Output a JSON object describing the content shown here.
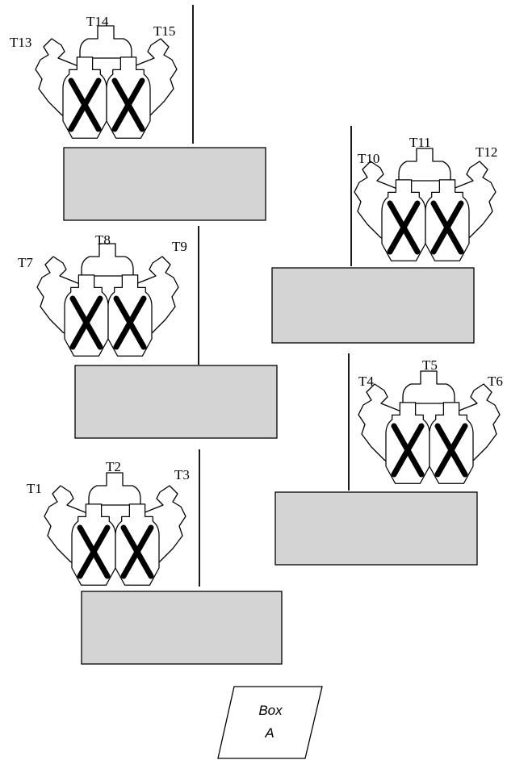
{
  "targets": [
    {
      "id": "T1"
    },
    {
      "id": "T2"
    },
    {
      "id": "T3"
    },
    {
      "id": "T4"
    },
    {
      "id": "T5"
    },
    {
      "id": "T6"
    },
    {
      "id": "T7"
    },
    {
      "id": "T8"
    },
    {
      "id": "T9"
    },
    {
      "id": "T10"
    },
    {
      "id": "T11"
    },
    {
      "id": "T12"
    },
    {
      "id": "T13"
    },
    {
      "id": "T14"
    },
    {
      "id": "T15"
    }
  ],
  "box_label": {
    "line1": "Box",
    "line2": "A"
  },
  "colors": {
    "plate": "#d4d4d4",
    "stroke": "#000000",
    "background": "#ffffff"
  },
  "icon": "silhouette-target-icon"
}
